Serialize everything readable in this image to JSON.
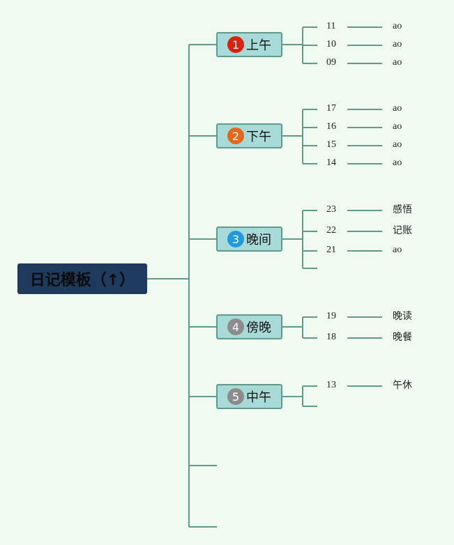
{
  "colors": {
    "background": "#f0faf1",
    "line": "#5f9b8c",
    "root_fill": "#1e3a5c",
    "branch_fill": "#a8dbd8",
    "badge_red": "#d9230f",
    "badge_orange": "#e8661a",
    "badge_blue": "#1f9ae0",
    "badge_gray": "#8c8c8c"
  },
  "root": {
    "label": "日记模板（↑）"
  },
  "branches": [
    {
      "badge": "1",
      "badge_color": "#d9230f",
      "label": "上午",
      "children": [
        {
          "num": "11",
          "text": "ao"
        },
        {
          "num": "10",
          "text": "ao"
        },
        {
          "num": "09",
          "text": "ao"
        }
      ]
    },
    {
      "badge": "2",
      "badge_color": "#e8661a",
      "label": "下午",
      "children": [
        {
          "num": "17",
          "text": "ao"
        },
        {
          "num": "16",
          "text": "ao"
        },
        {
          "num": "15",
          "text": "ao"
        },
        {
          "num": "14",
          "text": "ao"
        }
      ]
    },
    {
      "badge": "3",
      "badge_color": "#1f9ae0",
      "label": "晚间",
      "children": [
        {
          "num": "23",
          "text": "感悟"
        },
        {
          "num": "22",
          "text": "记账"
        },
        {
          "num": "21",
          "text": "ao"
        },
        {
          "num": "",
          "text": ""
        }
      ]
    },
    {
      "badge": "4",
      "badge_color": "#8c8c8c",
      "label": "傍晚",
      "children": [
        {
          "num": "19",
          "text": "晚读"
        },
        {
          "num": "18",
          "text": "晚餐"
        }
      ]
    },
    {
      "badge": "5",
      "badge_color": "#8c8c8c",
      "label": "中午",
      "children": [
        {
          "num": "13",
          "text": "午休"
        },
        {
          "num": "",
          "text": ""
        }
      ]
    }
  ],
  "empty_branches": 2
}
